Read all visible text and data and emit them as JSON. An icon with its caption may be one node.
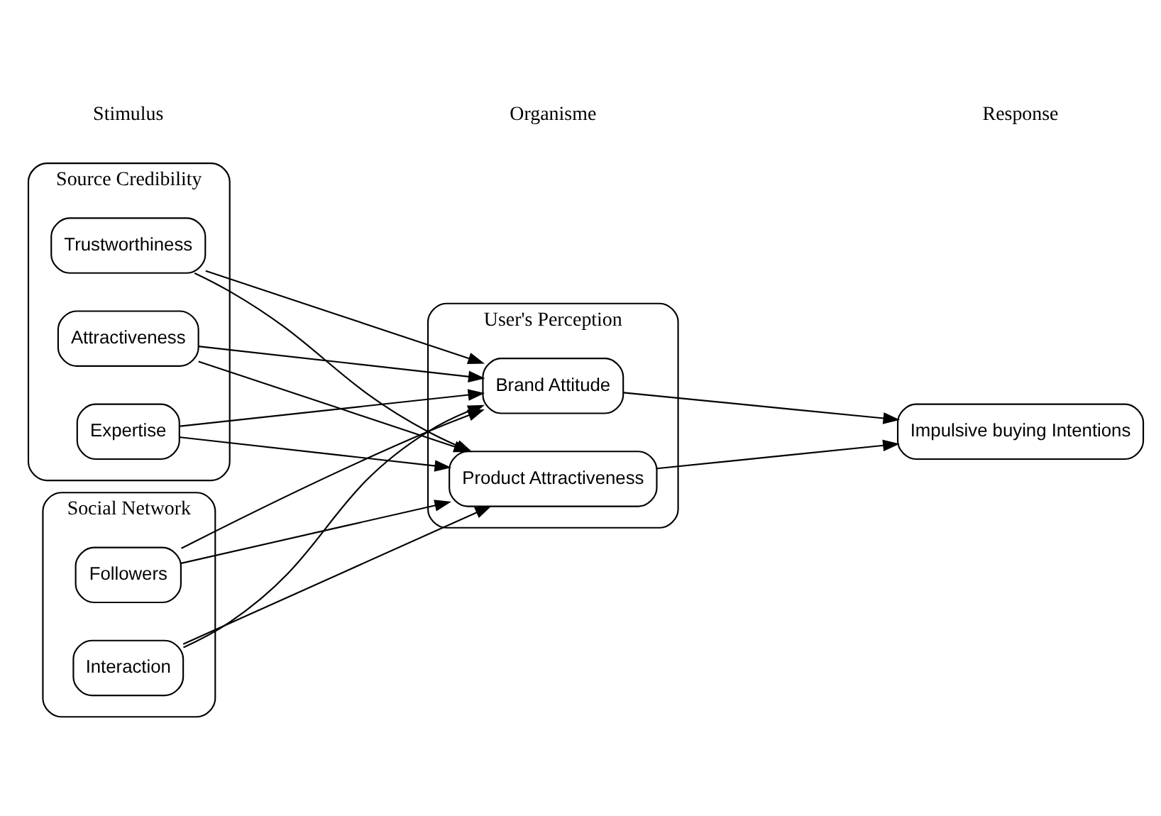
{
  "diagram": {
    "nodes": [
      {
        "text": [
          "Source Credibility"
        ]
      },
      {
        "text": [
          "Attractiveness"
        ],
        "in": 0
      },
      {
        "text": [
          "Expertise"
        ],
        "in": 0
      },
      {
        "text": [
          "Trustworthiness"
        ],
        "in": 0
      },
      {
        "text": [
          "Social Network"
        ]
      },
      {
        "text": [
          "Followers"
        ],
        "in": 4
      },
      {
        "text": [
          "Interaction"
        ],
        "in": 4
      },
      {
        "text": [
          "User's Perception"
        ]
      },
      {
        "text": [
          "Brand Attitude"
        ],
        "in": 7
      },
      {
        "text": [
          "Product Attractiveness"
        ],
        "in": 7
      },
      {
        "text": [
          "Impulsive buying Intentions"
        ]
      }
    ],
    "edges": [
      {
        "from": 1,
        "to": 8,
        "arrow": "to"
      },
      {
        "from": 1,
        "to": 9,
        "arrow": "to"
      },
      {
        "from": 2,
        "to": 8,
        "arrow": "to"
      },
      {
        "from": 2,
        "to": 9,
        "arrow": "to"
      },
      {
        "from": 3,
        "to": 8,
        "arrow": "to"
      },
      {
        "from": 3,
        "to": 9,
        "arrow": "to"
      },
      {
        "from": 5,
        "to": 8,
        "arrow": "to"
      },
      {
        "from": 5,
        "to": 9,
        "arrow": "to"
      },
      {
        "from": 6,
        "to": 8,
        "arrow": "to"
      },
      {
        "from": 6,
        "to": 9,
        "arrow": "to"
      },
      {
        "from": 8,
        "to": 10,
        "arrow": "to"
      },
      {
        "from": 9,
        "to": 10,
        "arrow": "to"
      }
    ],
    "labels": [
      "Stimulus",
      "Organisme",
      "Response"
    ]
  }
}
